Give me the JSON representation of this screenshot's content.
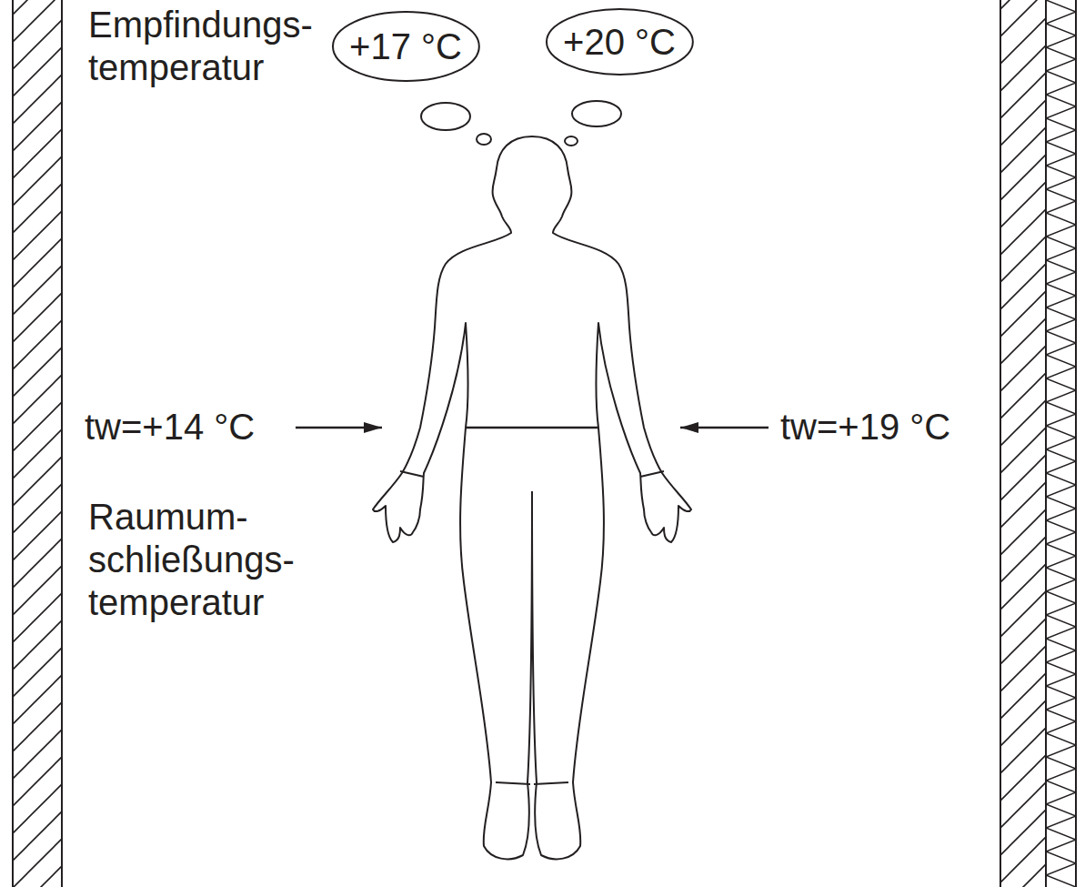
{
  "diagram": {
    "nodes": [
      {
        "text": [
          "+17 °C"
        ]
      },
      {
        "text": [
          "+20 °C"
        ]
      }
    ],
    "edges": [],
    "labels": [
      "Empfindungs- temperatur",
      "tw=+14 °C",
      "tw=+19 °C",
      "Raumum- schließungs- temperatur"
    ]
  }
}
